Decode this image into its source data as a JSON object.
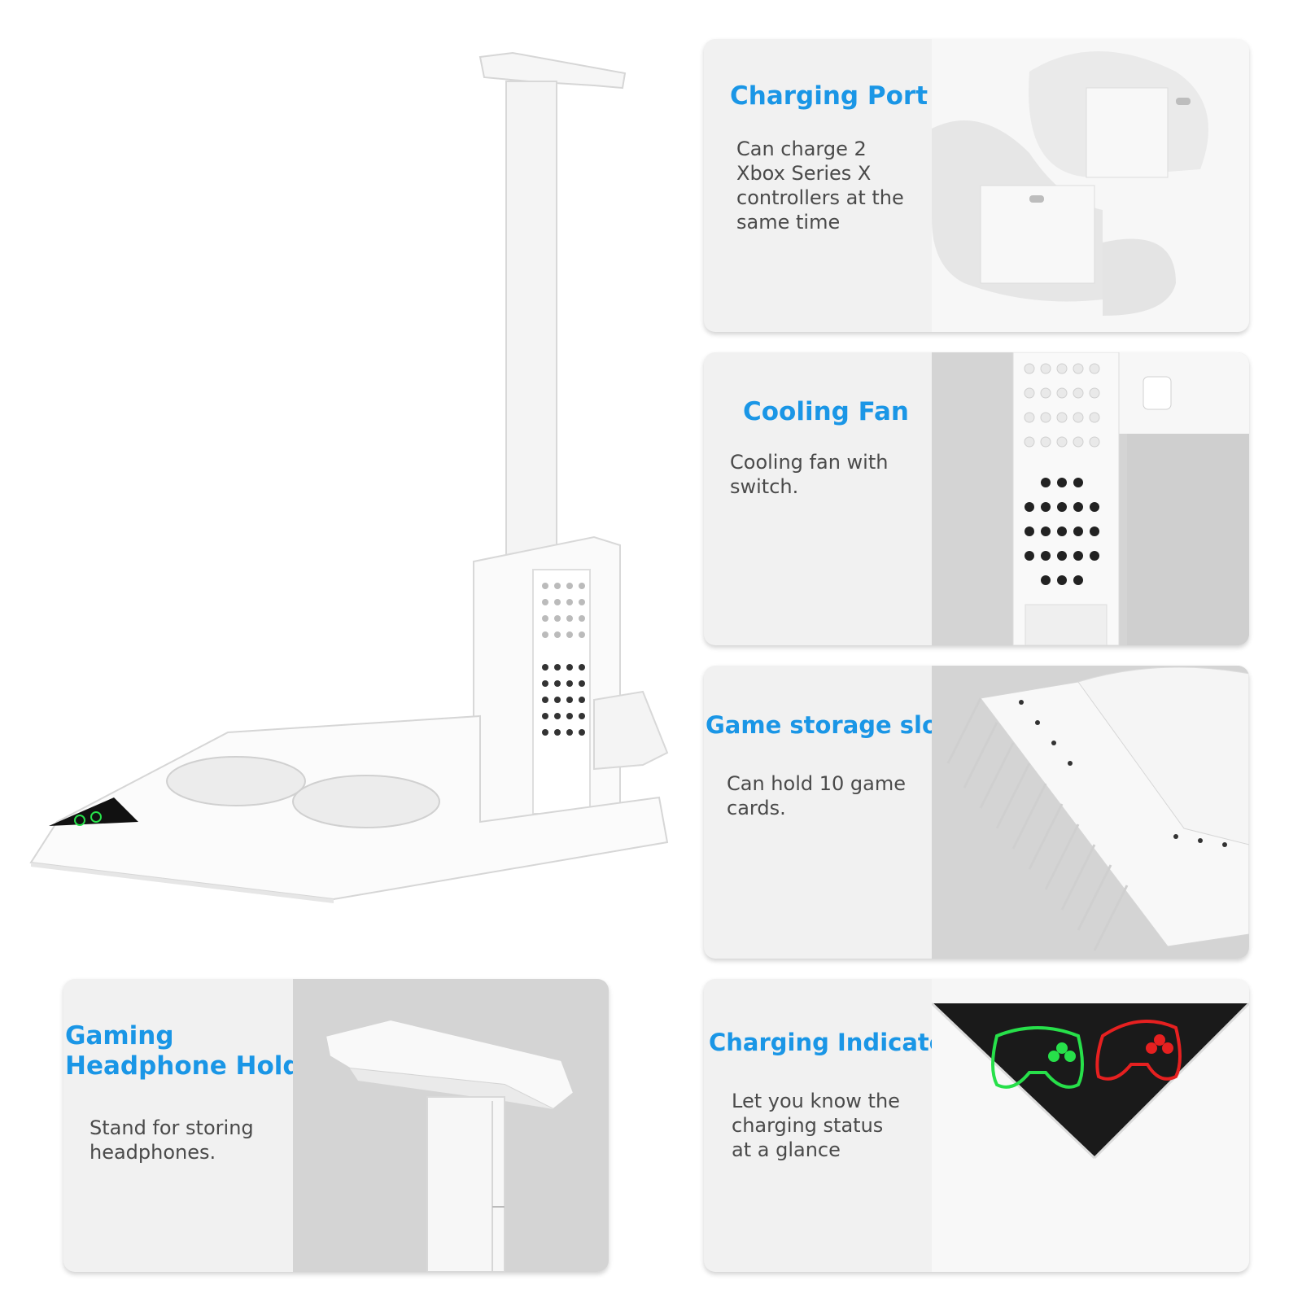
{
  "features": {
    "charging_port": {
      "title": "Charging Port",
      "desc_lines": [
        "Can charge 2",
        "Xbox Series X",
        "controllers at the",
        "same time"
      ]
    },
    "cooling_fan": {
      "title": "Cooling Fan",
      "desc_lines": [
        "Cooling fan with",
        "switch."
      ]
    },
    "game_storage": {
      "title": "Game storage slot",
      "desc_lines": [
        "Can hold 10 game",
        "cards."
      ]
    },
    "headphone_holder": {
      "title_lines": [
        "Gaming",
        "Headphone Holder"
      ],
      "desc_lines": [
        "Stand for storing",
        "headphones."
      ]
    },
    "charging_indicator": {
      "title": "Charging Indicator",
      "desc_lines": [
        "Let you know the",
        "charging status",
        "at a glance"
      ]
    }
  },
  "colors": {
    "title_blue": "#1a96e6",
    "text_gray": "#4a4a4a",
    "card_bg": "#f1f1f1",
    "photo_bg": "#d4d4d4",
    "led_green": "#27e04a",
    "led_red": "#e62020"
  }
}
